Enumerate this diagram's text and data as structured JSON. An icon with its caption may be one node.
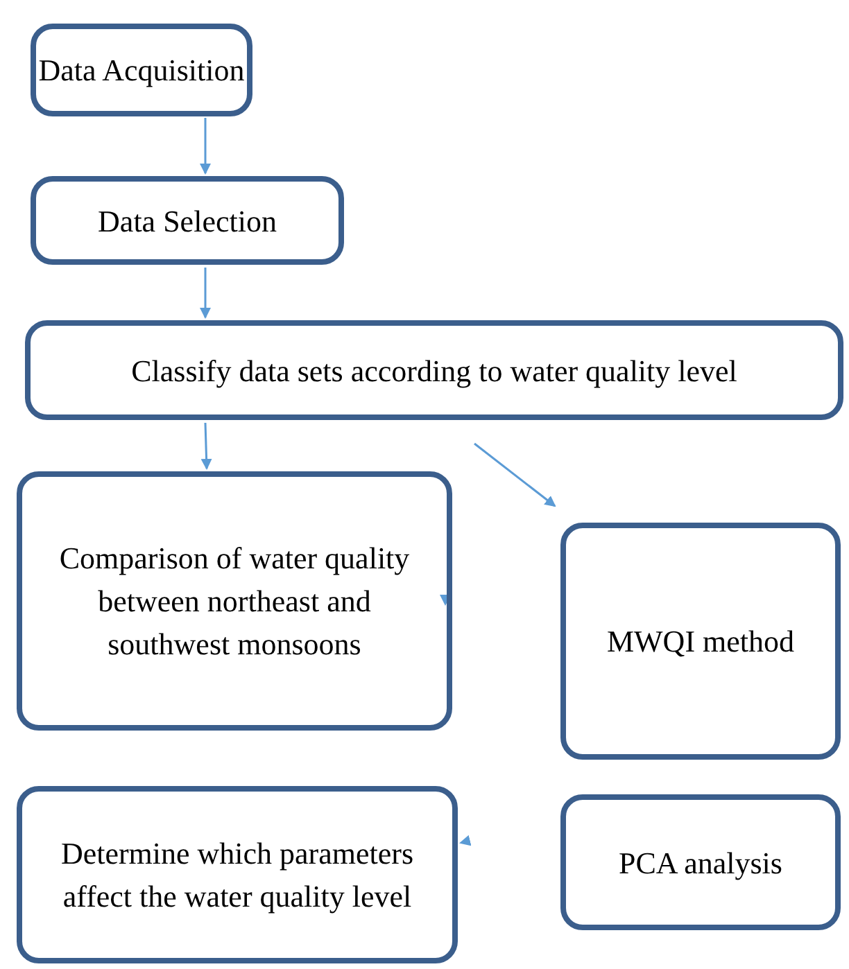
{
  "diagram": {
    "nodes": [
      {
        "text": [
          "Data Acquisition"
        ]
      },
      {
        "text": [
          "Data Selection"
        ]
      },
      {
        "text": [
          "Classify data sets according to water quality level"
        ]
      },
      {
        "text": [
          "Comparison of water quality between northeast and southwest monsoons"
        ]
      },
      {
        "text": [
          "MWQI method"
        ]
      },
      {
        "text": [
          "Determine which parameters affect the water quality level"
        ]
      },
      {
        "text": [
          "PCA analysis"
        ]
      }
    ],
    "edges": [
      {
        "from": 0,
        "to": 1,
        "arrow": "to"
      },
      {
        "from": 1,
        "to": 2,
        "arrow": "to"
      },
      {
        "from": 2,
        "to": 3,
        "arrow": "to"
      },
      {
        "from": 2,
        "to": 4,
        "arrow": "to"
      },
      {
        "from": null,
        "to": 3,
        "arrow": "to"
      },
      {
        "from": null,
        "to": 5,
        "arrow": "to"
      }
    ]
  }
}
